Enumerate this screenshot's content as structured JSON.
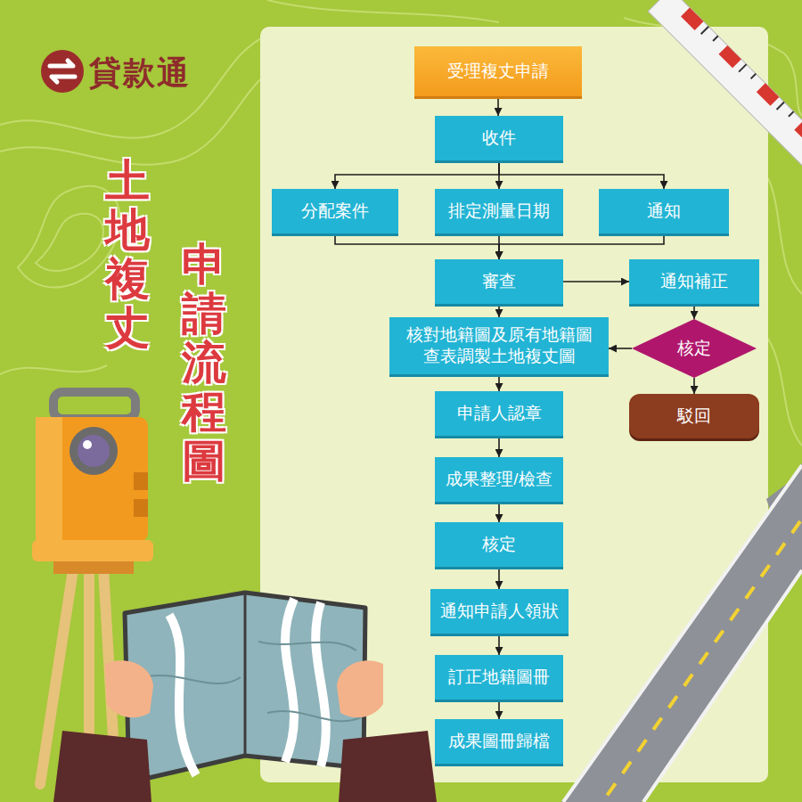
{
  "diagram": {
    "nodes": [
      {
        "text": [
          "受理複丈申請"
        ]
      },
      {
        "text": [
          "收件"
        ]
      },
      {
        "text": [
          "分配案件"
        ]
      },
      {
        "text": [
          "排定測量日期"
        ]
      },
      {
        "text": [
          "通知"
        ]
      },
      {
        "text": [
          "審查"
        ]
      },
      {
        "text": [
          "通知補正"
        ]
      },
      {
        "text": [
          "核對地籍圖及原有地籍圖 查表調製土地複丈圖"
        ]
      },
      {
        "text": [
          "核定"
        ]
      },
      {
        "text": [
          "駁回"
        ]
      },
      {
        "text": [
          "申請人認章"
        ]
      },
      {
        "text": [
          "成果整理/檢查"
        ]
      },
      {
        "text": [
          "核定"
        ]
      },
      {
        "text": [
          "通知申請人領狀"
        ]
      },
      {
        "text": [
          "訂正地籍圖冊"
        ]
      },
      {
        "text": [
          "成果圖冊歸檔"
        ]
      }
    ],
    "edges": [
      {
        "from": 0,
        "to": 1,
        "arrow": "to"
      },
      {
        "from": 1,
        "to": 2,
        "arrow": "to"
      },
      {
        "from": 1,
        "to": 3,
        "arrow": "to"
      },
      {
        "from": 1,
        "to": 4,
        "arrow": "to"
      },
      {
        "from": 2,
        "to": 5,
        "arrow": "to"
      },
      {
        "from": 3,
        "to": 5,
        "arrow": "to"
      },
      {
        "from": 4,
        "to": 5,
        "arrow": "to"
      },
      {
        "from": 5,
        "to": 6,
        "arrow": "to"
      },
      {
        "from": 5,
        "to": 7,
        "arrow": "to"
      },
      {
        "from": 6,
        "to": 8,
        "arrow": "to"
      },
      {
        "from": 8,
        "to": 7,
        "arrow": "to"
      },
      {
        "from": 8,
        "to": 9,
        "arrow": "to"
      },
      {
        "from": 7,
        "to": 10,
        "arrow": "to"
      },
      {
        "from": 10,
        "to": 11,
        "arrow": "to"
      },
      {
        "from": 11,
        "to": 12,
        "arrow": "to"
      },
      {
        "from": 12,
        "to": 13,
        "arrow": "to"
      },
      {
        "from": 13,
        "to": 14,
        "arrow": "to"
      },
      {
        "from": 14,
        "to": 15,
        "arrow": "to"
      }
    ],
    "labels": [
      "貸款通",
      "土地複丈",
      "申請流程圖"
    ]
  }
}
